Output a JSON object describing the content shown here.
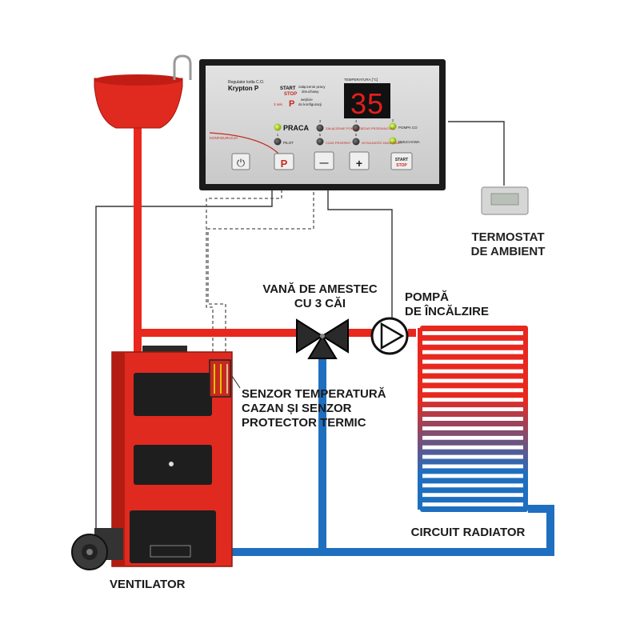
{
  "controller": {
    "brand_small": "Regulator kotła C.O.",
    "model": "Krypton P",
    "start_label": "START",
    "stop_label": "STOP",
    "start_desc": "załączenie pracy",
    "start_desc2": "dmuchawy",
    "p_label": "P",
    "p_time": "3 sek.",
    "p_desc": "wejście",
    "p_desc2": "do konfiguracji",
    "temp_header": "TEMPERATURA [°C]",
    "display_value": "35",
    "indicators": {
      "praca": "PRACA",
      "pilot": "PILOT",
      "zalaczenie": "ZAŁĄCZENIE POMPY CO",
      "czas_przerwy": "CZAS PRZERWY",
      "czas_przedmuchu": "CZAS PRZEDMUCHU",
      "wydajnosc": "WYDAJNOŚĆ DMUCHAWY",
      "pompa": "POMPA CO",
      "dmuchawa": "DMUCHAWA"
    },
    "digits": [
      "1",
      "3",
      "5",
      "2",
      "4",
      "6"
    ],
    "konfiguracja": "KONFIGURACJA",
    "buttons": {
      "power": "⏻",
      "p": "P",
      "minus": "—",
      "plus": "+",
      "start": "START",
      "stop": "STOP"
    }
  },
  "labels": {
    "termostat": "TERMOSTAT\nDE AMBIENT",
    "vana": "VANĂ DE AMESTEC\nCU 3 CĂI",
    "pompa": "POMPĂ\nDE ÎNCĂLZIRE",
    "senzor": "SENZOR TEMPERATURĂ\nCAZAN ȘI SENZOR\nPROTECTOR TERMIC",
    "circuit": "CIRCUIT RADIATOR",
    "ventilator": "VENTILATOR"
  },
  "colors": {
    "hot_pipe": "#e8281e",
    "cold_pipe": "#1f6fc0",
    "boiler": "#e02a1f",
    "controller_frame": "#1b1b1b",
    "display_digits": "#e41e1e"
  }
}
